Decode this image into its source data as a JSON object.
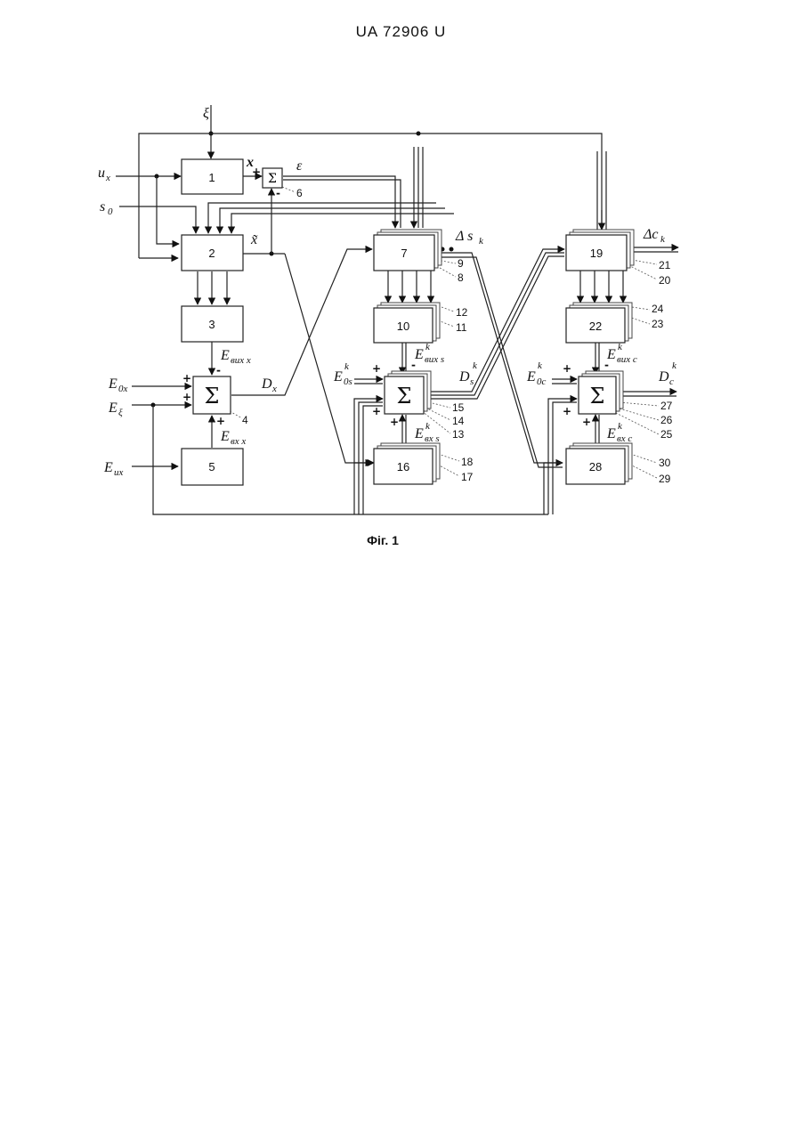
{
  "header": {
    "text": "UA   72906   U"
  },
  "caption": "Фіг. 1",
  "blocks": {
    "b1": "1",
    "b2": "2",
    "b3": "3",
    "b5": "5",
    "b7": "7",
    "b10": "10",
    "b16": "16",
    "b19": "19",
    "b22": "22",
    "b28": "28"
  },
  "summators": {
    "s4": "Σ",
    "s6": "Σ",
    "s13": "Σ",
    "s25": "Σ"
  },
  "refs": {
    "r4": "4",
    "r6": "6",
    "r8": "8",
    "r9": "9",
    "r11": "11",
    "r12": "12",
    "r13": "13",
    "r14": "14",
    "r15": "15",
    "r17": "17",
    "r18": "18",
    "r20": "20",
    "r21": "21",
    "r23": "23",
    "r24": "24",
    "r25": "25",
    "r26": "26",
    "r27": "27",
    "r29": "29",
    "r30": "30"
  },
  "signals": {
    "xi": "ξ",
    "ux_main": "u",
    "ux_sub": "x",
    "s0_main": "s",
    "s0_sub": "0",
    "x": "x",
    "eps": "ε",
    "xtilde": "x̃",
    "E0x_main": "E",
    "E0x_sub": "0x",
    "Exi_main": "E",
    "Exi_sub": "ξ",
    "Eux_main": "E",
    "Eux_sub": "ux",
    "Ebux_main": "E",
    "Ebux_sub": "вuх x",
    "Ebx_main": "E",
    "Ebx_sub": "вх x",
    "Dx_main": "D",
    "Dx_sub": "x",
    "dsk_main": "Δ s",
    "dsk_sub": "k",
    "E0s_main": "E",
    "E0s_sub": "0s",
    "E0s_sup": "k",
    "Ebuxs_main": "E",
    "Ebuxs_sub": "вuх s",
    "Ebuxs_sup": "k",
    "Ebxs_main": "E",
    "Ebxs_sub": "вх s",
    "Ebxs_sup": "k",
    "Ds_main": "D",
    "Ds_sub": "s",
    "Ds_sup": "k",
    "dck_main": "Δc",
    "dck_sub": "k",
    "E0c_main": "E",
    "E0c_sub": "0c",
    "E0c_sup": "k",
    "Ebuxc_main": "E",
    "Ebuxc_sub": "вuх c",
    "Ebuxc_sup": "k",
    "Ebxc_main": "E",
    "Ebxc_sub": "вх c",
    "Ebxc_sup": "k",
    "Dc_main": "D",
    "Dc_sub": "c",
    "Dc_sup": "k"
  },
  "signs": {
    "plus": "+",
    "minus": "-"
  }
}
